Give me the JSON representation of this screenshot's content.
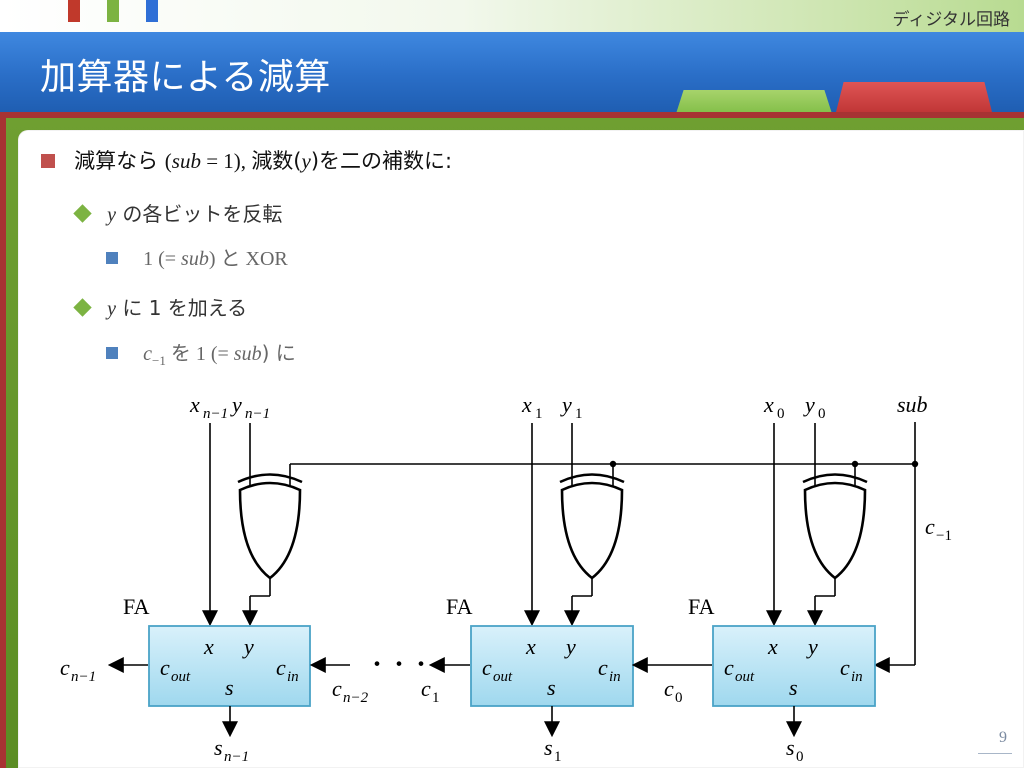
{
  "header": {
    "course_title": "ディジタル回路",
    "page_title": "加算器による減算",
    "page_number": "9"
  },
  "bullets": {
    "l1": "減算なら (sub = 1), 減数(y)を二の補数に:",
    "l1_part1": "減算なら ",
    "l1_part2": "(",
    "l1_part3": "sub",
    "l1_part4": " = 1), ",
    "l1_part5": "減数(",
    "l1_part6": "y",
    "l1_part7": ")を二の補数に:",
    "l2a_part1": "y",
    "l2a_part2": " の各ビットを反転",
    "l3a_part1": "1 (= ",
    "l3a_part2": "sub",
    "l3a_part3": ") と XOR",
    "l2b_part1": "y",
    "l2b_part2": " に 1 を加える",
    "l3b_part1": "c",
    "l3b_part2": "−1",
    "l3b_part3": " を 1 (= ",
    "l3b_part4": "sub",
    "l3b_part5": ")  に"
  },
  "diagram": {
    "labels": {
      "x_n_1": "x",
      "x_n_1_sub": "n−1",
      "y_n_1": "y",
      "y_n_1_sub": "n−1",
      "x1": "x",
      "x1_sub": "1",
      "y1": "y",
      "y1_sub": "1",
      "x0": "x",
      "x0_sub": "0",
      "y0": "y",
      "y0_sub": "0",
      "sub": "sub",
      "c_minus_1": "c",
      "c_minus_1_sub": "−1",
      "fa": "FA",
      "fa_x": "x",
      "fa_y": "y",
      "fa_s": "s",
      "fa_cout": "c",
      "fa_cout_sub": "out",
      "fa_cin": "c",
      "fa_cin_sub": "in",
      "c_n_1": "c",
      "c_n_1_sub": "n−1",
      "c_n_2": "c",
      "c_n_2_sub": "n−2",
      "c1": "c",
      "c1_sub": "1",
      "c0": "c",
      "c0_sub": "0",
      "ellipsis": "・・・",
      "s_n_1": "s",
      "s_n_1_sub": "n−1",
      "s1": "s",
      "s1_sub": "1",
      "s0": "s",
      "s0_sub": "0"
    },
    "colors": {
      "fa_fill_top": "#d9f1fb",
      "fa_fill_bottom": "#9fd8ee",
      "fa_stroke": "#4aa3c7"
    }
  },
  "colors": {
    "title_band": "#2a6ec7",
    "frame_red": "#a73333",
    "frame_green": "#5b8d24",
    "bullet_red": "#c0504d",
    "bullet_green": "#7cb342",
    "bullet_blue": "#4f81bd"
  }
}
